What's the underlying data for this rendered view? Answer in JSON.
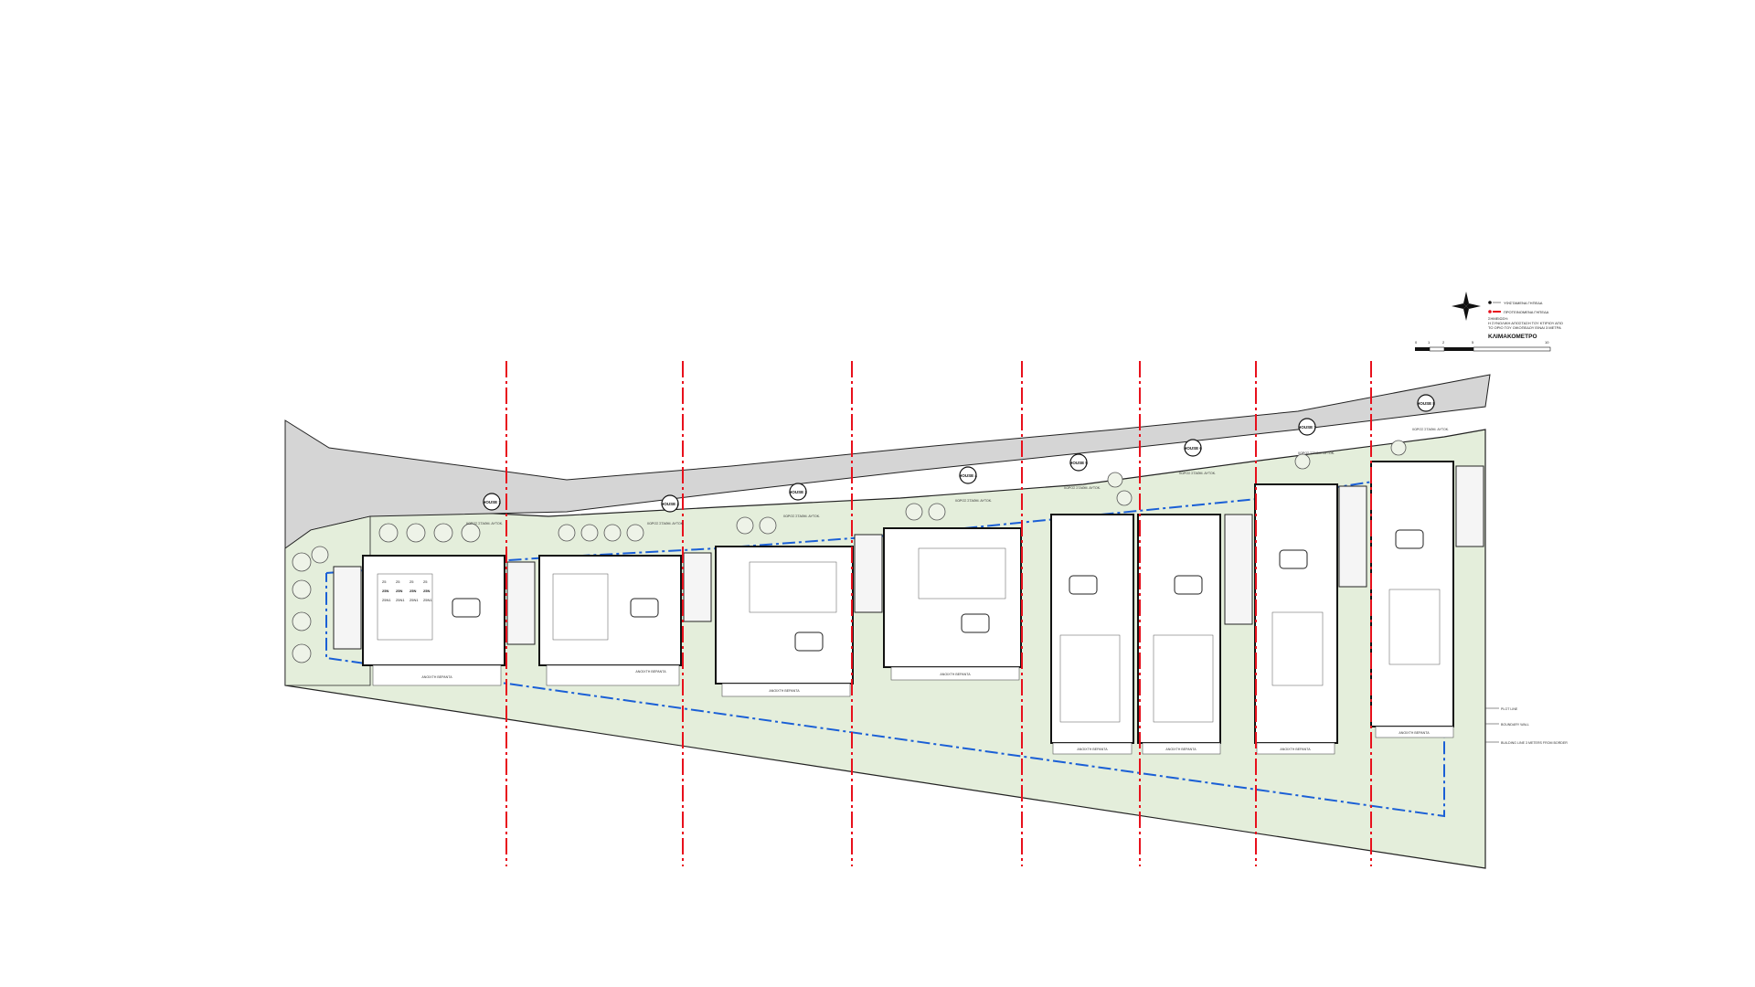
{
  "colors": {
    "road": "#d5d5d5",
    "garden": "#e4eedb",
    "building_fill": "#ffffff",
    "building_stroke": "#111111",
    "boundary_line": "#e8101c",
    "setback_line": "#1a5fd6",
    "outline": "#222222"
  },
  "legend": {
    "item_1": "ΥΦΙΣΤΑΜΕΝΑ ΓΗΠΕΔΑ",
    "item_2": "ΠΡΟΤΕΙΝΟΜΕΝΑ ΓΗΠΕΔΑ",
    "item_3_line1": "ΣΗΜΕΙΩΣΗ:",
    "item_3_line2": "Η ΣΥΝΟΛΙΚΗ ΑΠΟΣΤΑΣΗ ΤΟΥ ΚΤΙΡΙΟΥ ΑΠΟ",
    "item_3_line3": "ΤΟ ΟΡΙΟ ΤΟΥ ΟΙΚΟΠΕΔΟΥ ΕΙΝΑΙ 3 ΜΕΤΡΑ"
  },
  "scale_bar": {
    "title": "ΚΛΙΜΑΚΟΜΕΤΡΟ",
    "ticks": [
      "0",
      "1",
      "2",
      "5",
      "10"
    ]
  },
  "compass_icon": "north-arrow-icon",
  "houses": [
    {
      "badge": "HOUSE 1",
      "terrace": "ΑΝΟΙΧΤΗ ΒΕΡΑΝΤΑ",
      "parking": "ΧΩΡΟΣ ΣΤΑΘΜ. ΑΥΤΟΚ."
    },
    {
      "badge": "HOUSE 2",
      "terrace": "ΑΝΟΙΧΤΗ ΒΕΡΑΝΤΑ",
      "parking": "ΧΩΡΟΣ ΣΤΑΘΜ. ΑΥΤΟΚ."
    },
    {
      "badge": "HOUSE 3",
      "terrace": "ΑΝΟΙΧΤΗ ΒΕΡΑΝΤΑ",
      "parking": "ΧΩΡΟΣ ΣΤΑΘΜ. ΑΥΤΟΚ."
    },
    {
      "badge": "HOUSE 4",
      "terrace": "ΑΝΟΙΧΤΗ ΒΕΡΑΝΤΑ",
      "parking": "ΧΩΡΟΣ ΣΤΑΘΜ. ΑΥΤΟΚ."
    },
    {
      "badge": "HOUSE 5",
      "terrace": "ΑΝΟΙΧΤΗ ΒΕΡΑΝΤΑ",
      "parking": "ΧΩΡΟΣ ΣΤΑΘΜ. ΑΥΤΟΚ."
    },
    {
      "badge": "HOUSE 6",
      "terrace": "ΑΝΟΙΧΤΗ ΒΕΡΑΝΤΑ",
      "parking": "ΧΩΡΟΣ ΣΤΑΘΜ. ΑΥΤΟΚ."
    },
    {
      "badge": "HOUSE 7",
      "terrace": "ΑΝΟΙΧΤΗ ΒΕΡΑΝΤΑ",
      "parking": "ΧΩΡΟΣ ΣΤΑΘΜ. ΑΥΤΟΚ."
    },
    {
      "badge": "HOUSE 8",
      "terrace": "ΑΝΟΙΧΤΗ ΒΕΡΑΝΤΑ",
      "parking": "ΧΩΡΟΣ ΣΤΑΘΜ. ΑΥΤΟΚ."
    }
  ],
  "panel_cells": [
    "25",
    "25",
    "25",
    "25",
    "25Ν",
    "25Ν",
    "25Ν",
    "25Ν",
    "25Ν1",
    "25Ν1",
    "25Ν1",
    "25Ν1"
  ],
  "side_notes": {
    "plot_line": "PLOT LINE",
    "boundary_wall": "BOUNDARY WALL",
    "building_line": "BUILDING LINE 3 METERS FROM BORDER"
  }
}
